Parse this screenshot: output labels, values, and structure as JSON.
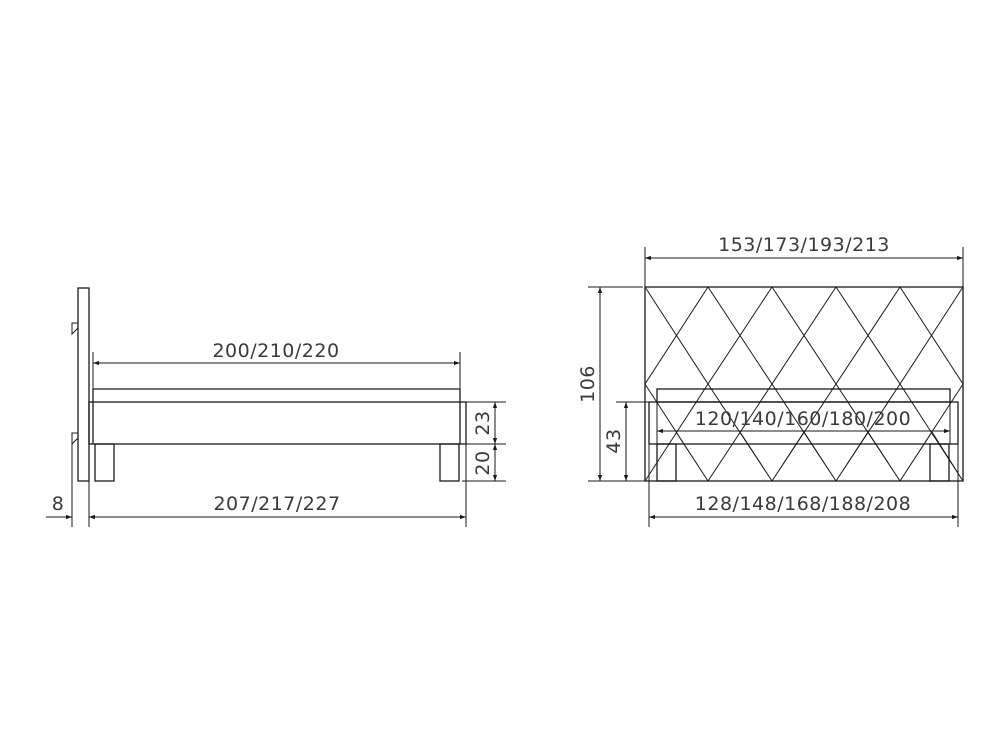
{
  "drawing": {
    "side_view": {
      "labels": {
        "top_length": "200/210/220",
        "bottom_length": "207/217/227",
        "headboard_thickness": "8",
        "base_height": "23",
        "leg_height": "20"
      }
    },
    "front_view": {
      "labels": {
        "headboard_width": "153/173/193/213",
        "headboard_height": "106",
        "bed_height": "43",
        "mattress_width": "120/140/160/180/200",
        "base_width": "128/148/168/188/208"
      }
    }
  },
  "colors": {
    "line": "#1a1a1a",
    "text": "#3a3a3a",
    "background": "#ffffff"
  }
}
